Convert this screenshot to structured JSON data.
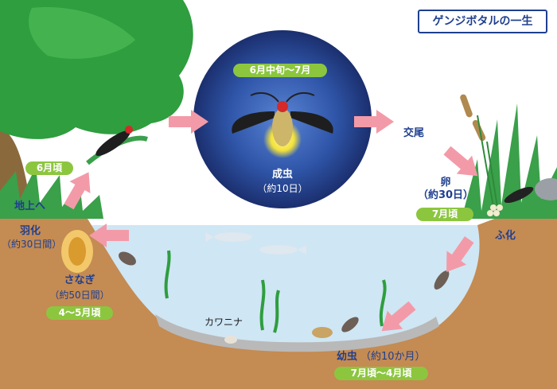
{
  "title": "ゲンジボタルの一生",
  "colors": {
    "sky": "#ffffff",
    "tree": "#2e9e3e",
    "trunk": "#8a6a3c",
    "soil": "#c48b53",
    "water": "#cfe6f4",
    "night_center": "#3a63b8",
    "night_edge": "#1b2f6e",
    "pill": "#8cc63f",
    "arrow": "#f39aa8",
    "text": "#1f3f8f"
  },
  "stages": {
    "adult": {
      "period": "6月中旬～7月",
      "name": "成虫",
      "duration": "（約10日）"
    },
    "mating": {
      "name": "交尾"
    },
    "egg": {
      "name": "卵",
      "duration": "（約30日）",
      "period": "7月頃"
    },
    "hatch": {
      "name": "ふ化"
    },
    "larva": {
      "name": "幼虫",
      "duration": "（約10か月）",
      "period": "7月頃～4月頃"
    },
    "snail": {
      "name": "カワニナ"
    },
    "pupa": {
      "name": "さなぎ",
      "duration": "（約50日間）",
      "period": "4～5月頃"
    },
    "emergence": {
      "name": "羽化",
      "duration": "（約30日間）"
    },
    "to_land": {
      "name": "地上へ"
    },
    "first_flight": {
      "period": "6月頃"
    }
  }
}
